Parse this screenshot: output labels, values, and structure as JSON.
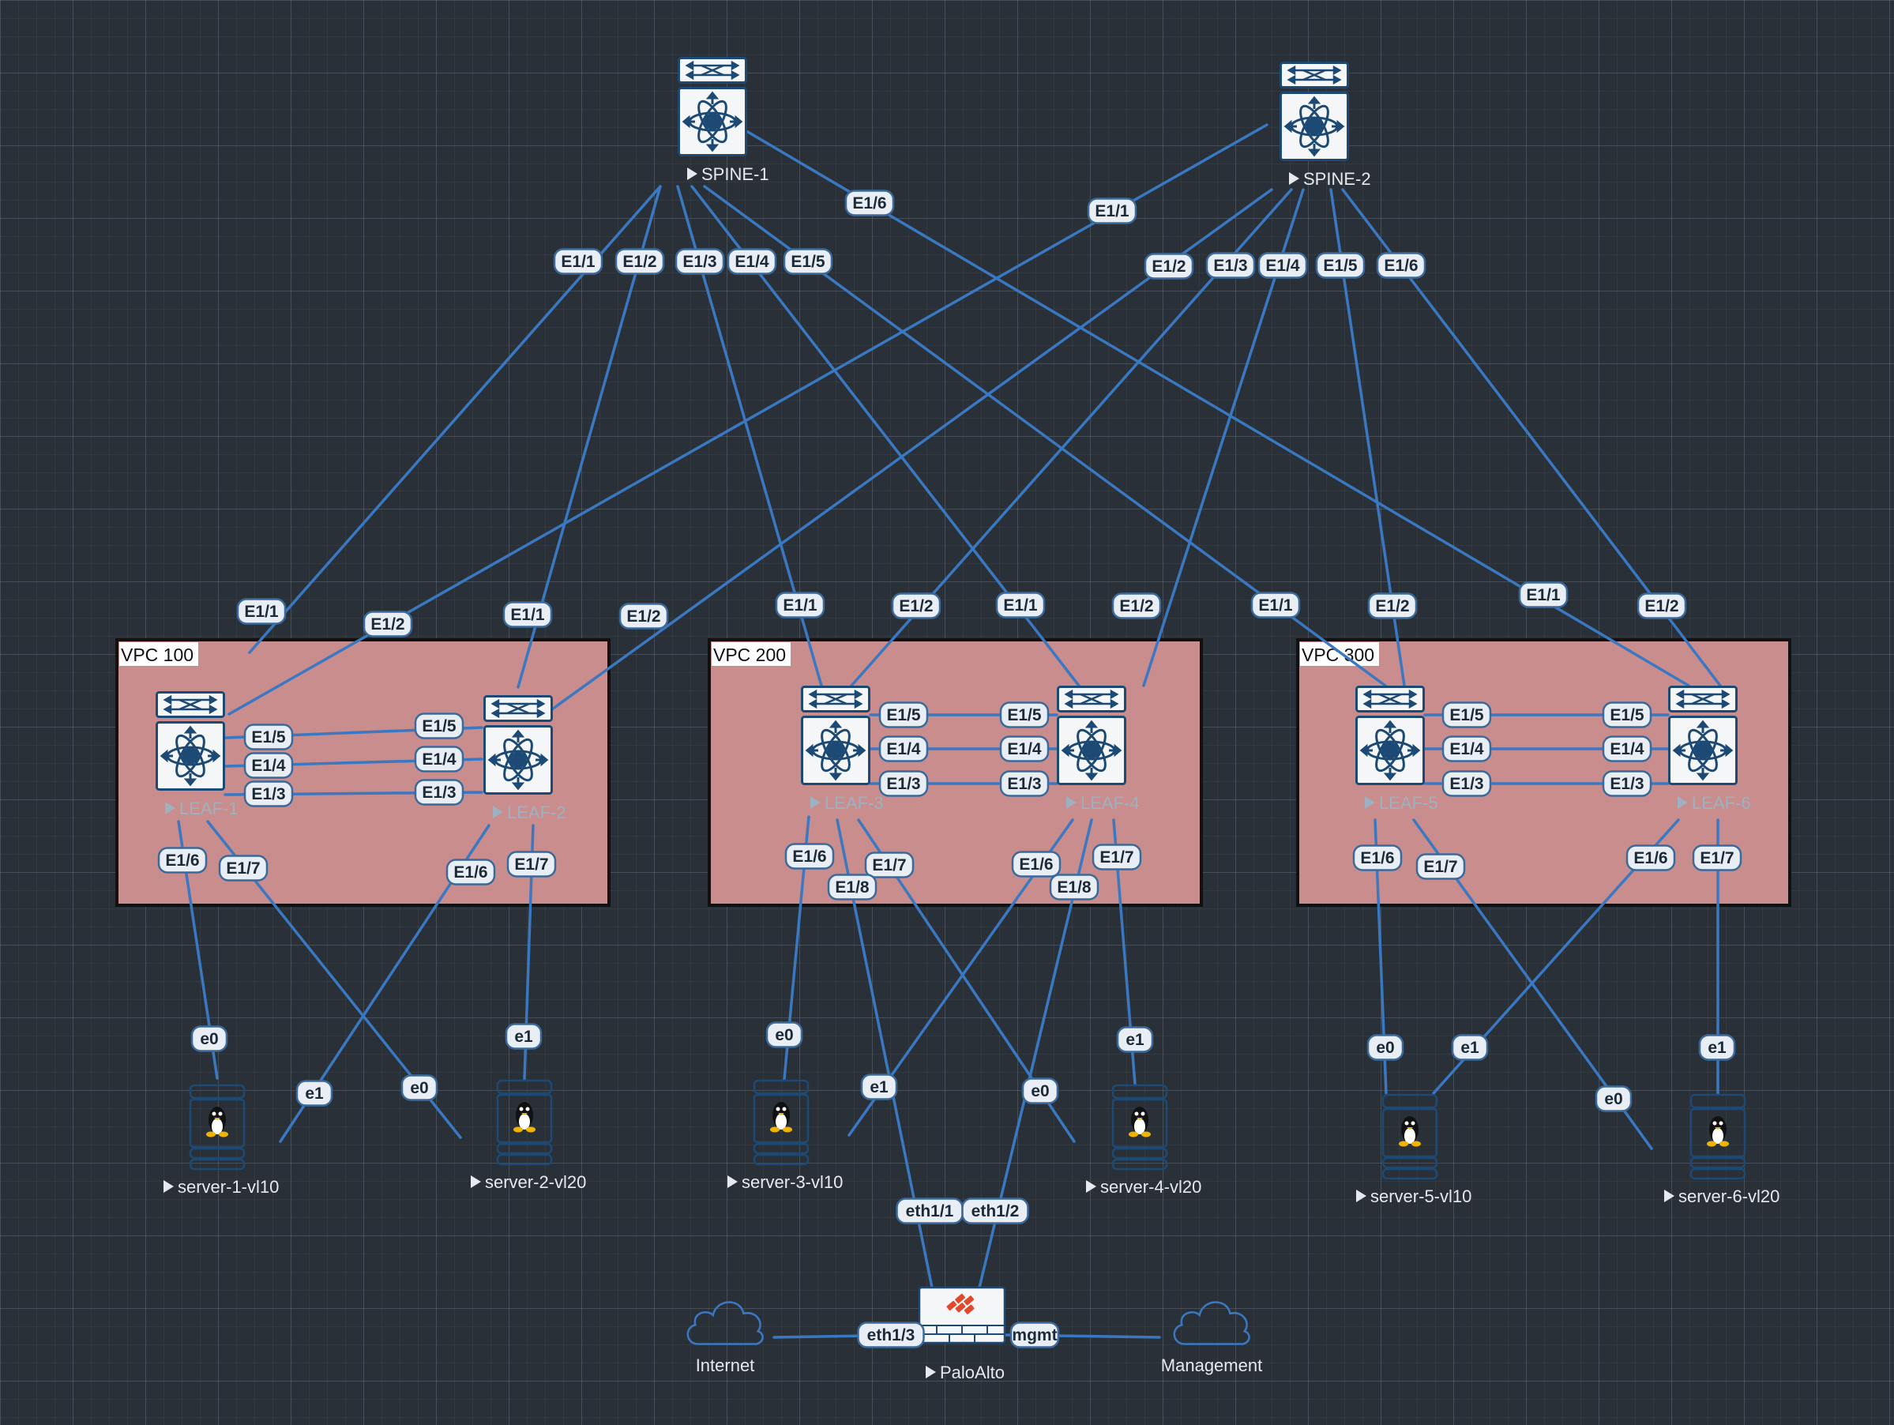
{
  "colors": {
    "background": "#2a3037",
    "link": "#3a78c2",
    "vpc_fill": "#c98d8d",
    "vpc_border": "#111111",
    "badge_fill": "#e9eef4",
    "badge_border": "#3a6a9c",
    "device_fill": "#f4f6f8",
    "device_icon": "#1d4a74",
    "paloalto_accent": "#e2492b",
    "label_light": "#e6e9ed",
    "label_dim": "#9fb0c0"
  },
  "vpcs": [
    {
      "label": "VPC 100"
    },
    {
      "label": "VPC 200"
    },
    {
      "label": "VPC 300"
    }
  ],
  "devices": {
    "spine1": {
      "label": "SPINE-1",
      "icon": "nexus-switch-icon"
    },
    "spine2": {
      "label": "SPINE-2",
      "icon": "nexus-switch-icon"
    },
    "leaf1": {
      "label": "LEAF-1",
      "icon": "nexus-switch-icon"
    },
    "leaf2": {
      "label": "LEAF-2",
      "icon": "nexus-switch-icon"
    },
    "leaf3": {
      "label": "LEAF-3",
      "icon": "nexus-switch-icon"
    },
    "leaf4": {
      "label": "LEAF-4",
      "icon": "nexus-switch-icon"
    },
    "leaf5": {
      "label": "LEAF-5",
      "icon": "nexus-switch-icon"
    },
    "leaf6": {
      "label": "LEAF-6",
      "icon": "nexus-switch-icon"
    },
    "server1": {
      "label": "server-1-vl10",
      "icon": "linux-server-icon"
    },
    "server2": {
      "label": "server-2-vl20",
      "icon": "linux-server-icon"
    },
    "server3": {
      "label": "server-3-vl10",
      "icon": "linux-server-icon"
    },
    "server4": {
      "label": "server-4-vl20",
      "icon": "linux-server-icon"
    },
    "server5": {
      "label": "server-5-vl10",
      "icon": "linux-server-icon"
    },
    "server6": {
      "label": "server-6-vl20",
      "icon": "linux-server-icon"
    },
    "paloalto": {
      "label": "PaloAlto",
      "icon": "firewall-icon"
    }
  },
  "clouds": {
    "internet": {
      "label": "Internet",
      "icon": "cloud-icon"
    },
    "management": {
      "label": "Management",
      "icon": "cloud-icon"
    }
  },
  "links": [
    {
      "id": "s1-l1",
      "from": "spine1",
      "to": "leaf1",
      "ports": [
        "E1/1",
        "E1/1"
      ]
    },
    {
      "id": "s1-l2",
      "from": "spine1",
      "to": "leaf2",
      "ports": [
        "E1/2",
        "E1/1"
      ]
    },
    {
      "id": "s1-l3",
      "from": "spine1",
      "to": "leaf3",
      "ports": [
        "E1/3",
        "E1/1"
      ]
    },
    {
      "id": "s1-l4",
      "from": "spine1",
      "to": "leaf4",
      "ports": [
        "E1/4",
        "E1/1"
      ]
    },
    {
      "id": "s1-l5",
      "from": "spine1",
      "to": "leaf5",
      "ports": [
        "E1/5",
        "E1/1"
      ]
    },
    {
      "id": "s1-l6",
      "from": "spine1",
      "to": "leaf6",
      "ports": [
        "E1/6",
        "E1/1"
      ]
    },
    {
      "id": "s2-l1",
      "from": "spine2",
      "to": "leaf1",
      "ports": [
        "E1/1",
        "E1/2"
      ]
    },
    {
      "id": "s2-l2",
      "from": "spine2",
      "to": "leaf2",
      "ports": [
        "E1/2",
        "E1/2"
      ]
    },
    {
      "id": "s2-l3",
      "from": "spine2",
      "to": "leaf3",
      "ports": [
        "E1/3",
        "E1/2"
      ]
    },
    {
      "id": "s2-l4",
      "from": "spine2",
      "to": "leaf4",
      "ports": [
        "E1/4",
        "E1/2"
      ]
    },
    {
      "id": "s2-l5",
      "from": "spine2",
      "to": "leaf5",
      "ports": [
        "E1/5",
        "E1/2"
      ]
    },
    {
      "id": "s2-l6",
      "from": "spine2",
      "to": "leaf6",
      "ports": [
        "E1/6",
        "E1/2"
      ]
    },
    {
      "id": "l1-l2-a",
      "from": "leaf1",
      "to": "leaf2",
      "ports": [
        "E1/5",
        "E1/5"
      ]
    },
    {
      "id": "l1-l2-b",
      "from": "leaf1",
      "to": "leaf2",
      "ports": [
        "E1/4",
        "E1/4"
      ]
    },
    {
      "id": "l1-l2-c",
      "from": "leaf1",
      "to": "leaf2",
      "ports": [
        "E1/3",
        "E1/3"
      ]
    },
    {
      "id": "l3-l4-a",
      "from": "leaf3",
      "to": "leaf4",
      "ports": [
        "E1/5",
        "E1/5"
      ]
    },
    {
      "id": "l3-l4-b",
      "from": "leaf3",
      "to": "leaf4",
      "ports": [
        "E1/4",
        "E1/4"
      ]
    },
    {
      "id": "l3-l4-c",
      "from": "leaf3",
      "to": "leaf4",
      "ports": [
        "E1/3",
        "E1/3"
      ]
    },
    {
      "id": "l5-l6-a",
      "from": "leaf5",
      "to": "leaf6",
      "ports": [
        "E1/5",
        "E1/5"
      ]
    },
    {
      "id": "l5-l6-b",
      "from": "leaf5",
      "to": "leaf6",
      "ports": [
        "E1/4",
        "E1/4"
      ]
    },
    {
      "id": "l5-l6-c",
      "from": "leaf5",
      "to": "leaf6",
      "ports": [
        "E1/3",
        "E1/3"
      ]
    },
    {
      "id": "l1-sv1",
      "from": "leaf1",
      "to": "server1",
      "ports": [
        "E1/6",
        "e0"
      ]
    },
    {
      "id": "l1-sv2",
      "from": "leaf1",
      "to": "server2",
      "ports": [
        "E1/7",
        "e0"
      ]
    },
    {
      "id": "l2-sv1",
      "from": "leaf2",
      "to": "server1",
      "ports": [
        "E1/6",
        "e1"
      ]
    },
    {
      "id": "l2-sv2",
      "from": "leaf2",
      "to": "server2",
      "ports": [
        "E1/7",
        "e1"
      ]
    },
    {
      "id": "l3-sv3",
      "from": "leaf3",
      "to": "server3",
      "ports": [
        "E1/6",
        "e0"
      ]
    },
    {
      "id": "l3-sv4",
      "from": "leaf3",
      "to": "server4",
      "ports": [
        "E1/7",
        "e0"
      ]
    },
    {
      "id": "l3-pa",
      "from": "leaf3",
      "to": "paloalto",
      "ports": [
        "E1/8",
        "eth1/1"
      ]
    },
    {
      "id": "l4-sv3",
      "from": "leaf4",
      "to": "server3",
      "ports": [
        "E1/6",
        "e1"
      ]
    },
    {
      "id": "l4-sv4",
      "from": "leaf4",
      "to": "server4",
      "ports": [
        "E1/7",
        "e1"
      ]
    },
    {
      "id": "l4-pa",
      "from": "leaf4",
      "to": "paloalto",
      "ports": [
        "E1/8",
        "eth1/2"
      ]
    },
    {
      "id": "l5-sv5",
      "from": "leaf5",
      "to": "server5",
      "ports": [
        "E1/6",
        "e0"
      ]
    },
    {
      "id": "l5-sv6",
      "from": "leaf5",
      "to": "server6",
      "ports": [
        "E1/7",
        "e0"
      ]
    },
    {
      "id": "l6-sv5",
      "from": "leaf6",
      "to": "server5",
      "ports": [
        "E1/6",
        "e1"
      ]
    },
    {
      "id": "l6-sv6",
      "from": "leaf6",
      "to": "server6",
      "ports": [
        "E1/7",
        "e1"
      ]
    },
    {
      "id": "pa-inet",
      "from": "paloalto",
      "to": "internet",
      "ports": [
        "eth1/3",
        ""
      ]
    },
    {
      "id": "pa-mgmt",
      "from": "paloalto",
      "to": "management",
      "ports": [
        "mgmt",
        ""
      ]
    }
  ]
}
